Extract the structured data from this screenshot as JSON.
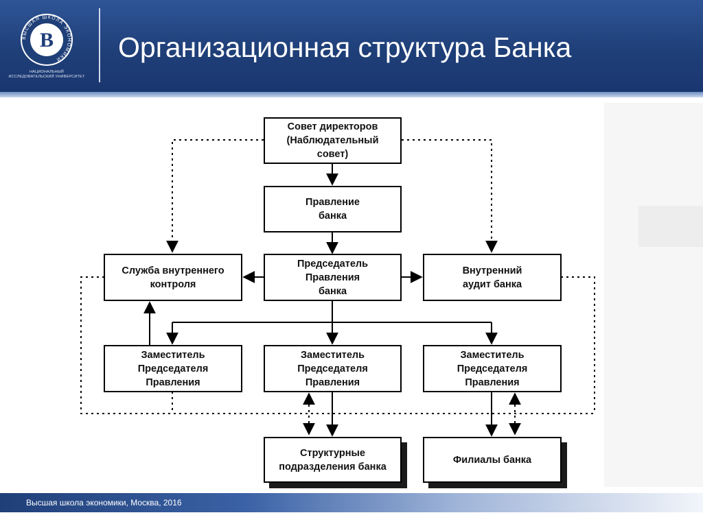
{
  "header": {
    "title": "Организационная структура Банка",
    "logo_letter": "В",
    "logo_ring_text": "ВЫСШАЯ ШКОЛА ЭКОНОМИКИ",
    "logo_caption": "НАЦИОНАЛЬНЫЙ ИССЛЕДОВАТЕЛЬСКИЙ УНИВЕРСИТЕТ"
  },
  "diagram": {
    "board": "Совет директоров\n(Наблюдательный\nсовет)",
    "management": "Правление\nбанка",
    "chairman": "Председатель\nПравления\nбанка",
    "internal_control": "Служба внутреннего\nконтроля",
    "internal_audit": "Внутренний\nаудит банка",
    "deputy_left": "Заместитель\nПредседателя\nПравления",
    "deputy_center": "Заместитель\nПредседателя\nПравления",
    "deputy_right": "Заместитель\nПредседателя\nПравления",
    "divisions": "Структурные\nподразделения банка",
    "branches": "Филиалы банка"
  },
  "footer": {
    "text": "Высшая школа экономики, Москва, 2016"
  }
}
